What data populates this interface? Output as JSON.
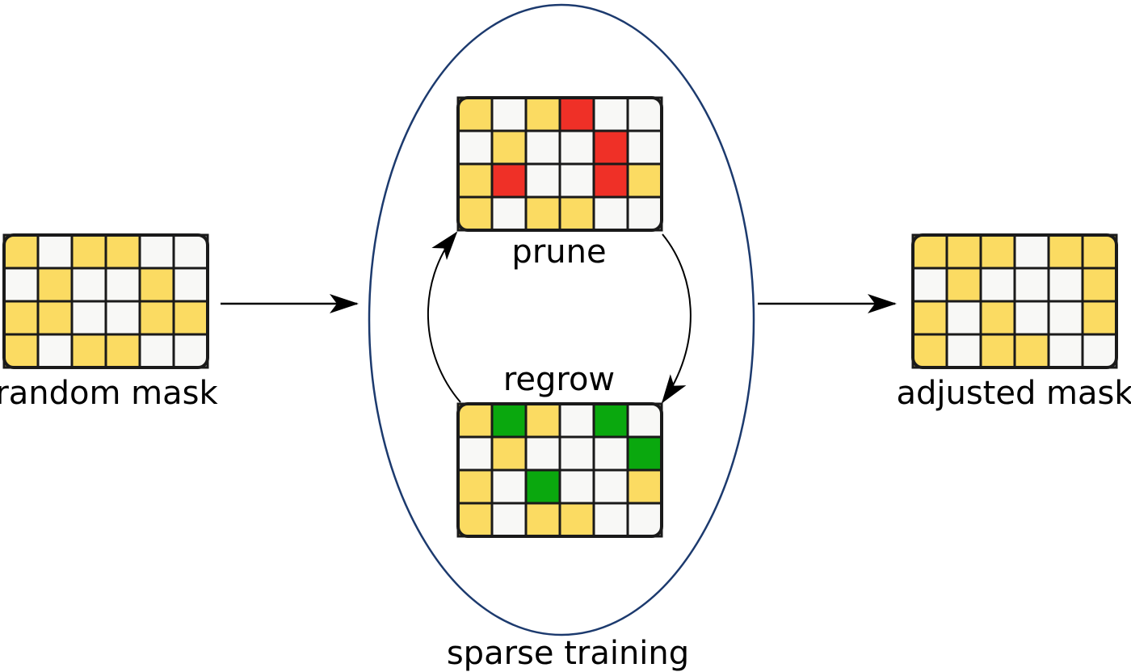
{
  "colors": {
    "kept": "#fbdb62",
    "empty": "#f8f8f6",
    "pruned": "#ef3027",
    "regrown": "#0aa80e",
    "ellipse": "#1c3a6e"
  },
  "grids": [
    {
      "id": "random-mask",
      "label": "random mask",
      "cells": [
        [
          "kept",
          "empty",
          "kept",
          "kept",
          "empty",
          "empty"
        ],
        [
          "empty",
          "kept",
          "empty",
          "empty",
          "kept",
          "empty"
        ],
        [
          "kept",
          "kept",
          "empty",
          "empty",
          "kept",
          "kept"
        ],
        [
          "kept",
          "empty",
          "kept",
          "kept",
          "empty",
          "empty"
        ]
      ]
    },
    {
      "id": "prune",
      "label": "prune",
      "cells": [
        [
          "kept",
          "empty",
          "kept",
          "pruned",
          "empty",
          "empty"
        ],
        [
          "empty",
          "kept",
          "empty",
          "empty",
          "pruned",
          "empty"
        ],
        [
          "kept",
          "pruned",
          "empty",
          "empty",
          "pruned",
          "kept"
        ],
        [
          "kept",
          "empty",
          "kept",
          "kept",
          "empty",
          "empty"
        ]
      ]
    },
    {
      "id": "regrow",
      "label": "regrow",
      "cells": [
        [
          "kept",
          "regrown",
          "kept",
          "empty",
          "regrown",
          "empty"
        ],
        [
          "empty",
          "kept",
          "empty",
          "empty",
          "empty",
          "regrown"
        ],
        [
          "kept",
          "empty",
          "regrown",
          "empty",
          "empty",
          "kept"
        ],
        [
          "kept",
          "empty",
          "kept",
          "kept",
          "empty",
          "empty"
        ]
      ]
    },
    {
      "id": "adjusted-mask",
      "label": "adjusted mask",
      "cells": [
        [
          "kept",
          "kept",
          "kept",
          "empty",
          "kept",
          "kept"
        ],
        [
          "empty",
          "kept",
          "empty",
          "empty",
          "empty",
          "kept"
        ],
        [
          "kept",
          "empty",
          "kept",
          "empty",
          "empty",
          "kept"
        ],
        [
          "kept",
          "empty",
          "kept",
          "kept",
          "empty",
          "empty"
        ]
      ]
    }
  ],
  "group_label": "sparse training"
}
